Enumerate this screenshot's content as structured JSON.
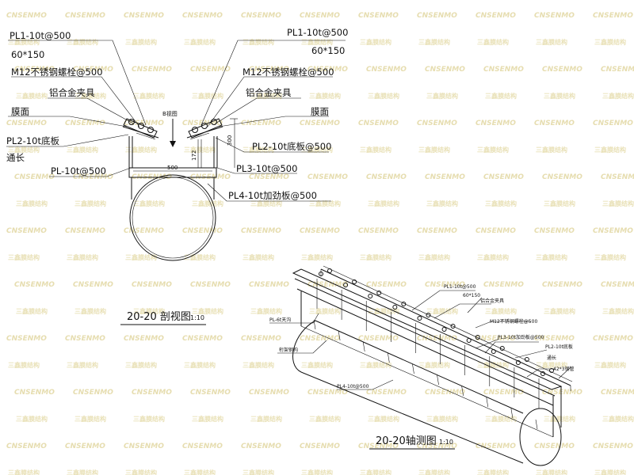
{
  "watermark": {
    "latin": "CNSENMO",
    "chinese": "三鑫膜结构"
  },
  "section_view": {
    "title": "20-20 剖视图",
    "scale": "1:10",
    "labels": {
      "pl1_left": "PL1-10t@500",
      "size_left": "60*150",
      "bolt_left": "M12不锈钢螺栓@500",
      "clamp_left": "铝合金夹具",
      "membrane_left": "膜面",
      "pl2_left": "PL2-10t底板",
      "continuous_left": "通长",
      "pl_left": "PL-10t@500",
      "pl1_right": "PL1-10t@500",
      "size_right": "60*150",
      "bolt_right": "M12不锈钢螺栓@500",
      "clamp_right": "铝合金夹具",
      "membrane_right": "膜面",
      "pl2_right": "PL2-10t底板@500",
      "pl3_right": "PL3-10t@500",
      "pl4_right": "PL4-10t加劲板@500"
    },
    "dims": {
      "width": "500",
      "height_300": "300",
      "height_172": "172",
      "view_mark": "B视图"
    }
  },
  "axo_view": {
    "title": "20-20轴测图",
    "scale": "1:10",
    "labels": {
      "pl1": "PL1-10t@500",
      "size": "60*150",
      "clamp": "铝合金夹具",
      "bolt": "M12不锈钢螺栓@500",
      "pl3": "PL3-10t加劲板@500",
      "pl2": "PL2-10t底板",
      "continuous": "通长",
      "pipe": "42*3钢管",
      "gutter": "PL-6t天沟",
      "truss": "桁架钢构",
      "pl4": "PL4-10t@500"
    }
  }
}
